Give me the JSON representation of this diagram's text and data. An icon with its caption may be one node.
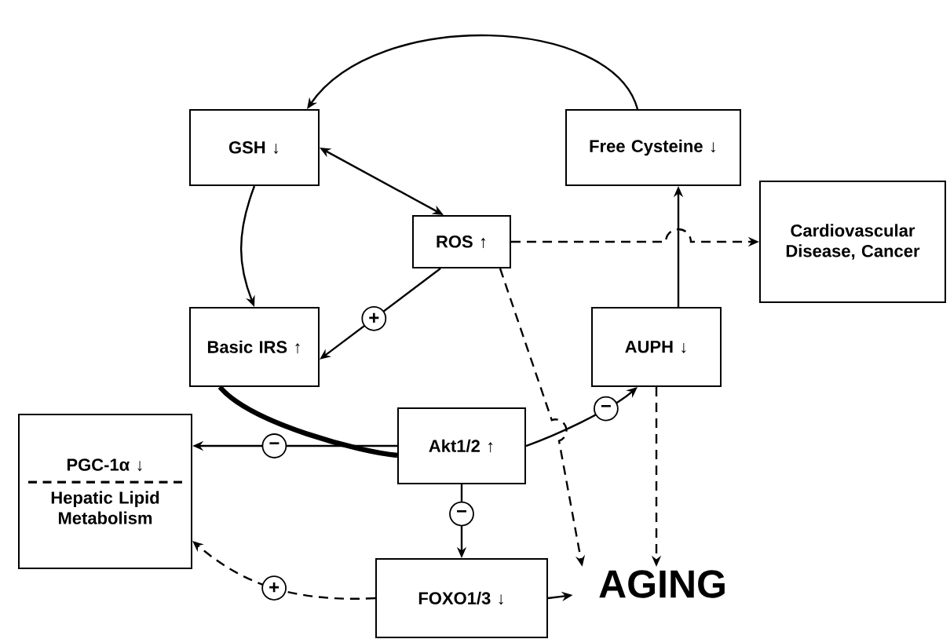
{
  "diagram": {
    "nodes": [
      {
        "text": [
          "GSH ↓"
        ]
      },
      {
        "text": [
          "Free Cysteine ↓"
        ]
      },
      {
        "text": [
          "ROS ↑"
        ]
      },
      {
        "text": [
          "Cardiovascular Disease, Cancer"
        ]
      },
      {
        "text": [
          "Basic IRS ↑"
        ]
      },
      {
        "text": [
          "AUPH ↓"
        ]
      },
      {
        "text": [
          "PGC-1α ↓",
          "Hepatic Lipid Metabolism"
        ]
      },
      {
        "text": [
          "Akt1/2 ↑"
        ]
      },
      {
        "text": [
          "FOXO1/3 ↓"
        ]
      },
      {
        "text": [
          "AGING"
        ]
      }
    ],
    "edges": [
      {
        "from": 1,
        "to": 0,
        "arrow": "to"
      },
      {
        "from": 0,
        "to": 2,
        "arrow": "both"
      },
      {
        "from": 0,
        "to": 4,
        "arrow": "to"
      },
      {
        "from": 2,
        "to": 4,
        "arrow": "to",
        "label": "+"
      },
      {
        "from": 2,
        "to": 3,
        "arrow": "to",
        "style": "dashed"
      },
      {
        "from": 2,
        "to": 9,
        "arrow": "to",
        "style": "dashed"
      },
      {
        "from": 5,
        "to": 1,
        "arrow": "to"
      },
      {
        "from": 4,
        "to": 7,
        "arrow": "none",
        "style": "thick"
      },
      {
        "from": 7,
        "to": 6,
        "arrow": "to",
        "label": "−"
      },
      {
        "from": 7,
        "to": 5,
        "arrow": "to",
        "label": "−"
      },
      {
        "from": 7,
        "to": 8,
        "arrow": "to",
        "label": "−"
      },
      {
        "from": 8,
        "to": 6,
        "arrow": "to",
        "label": "+",
        "style": "dashed"
      },
      {
        "from": 8,
        "to": 9,
        "arrow": "to"
      },
      {
        "from": 5,
        "to": 9,
        "arrow": "to",
        "style": "dashed"
      }
    ]
  }
}
